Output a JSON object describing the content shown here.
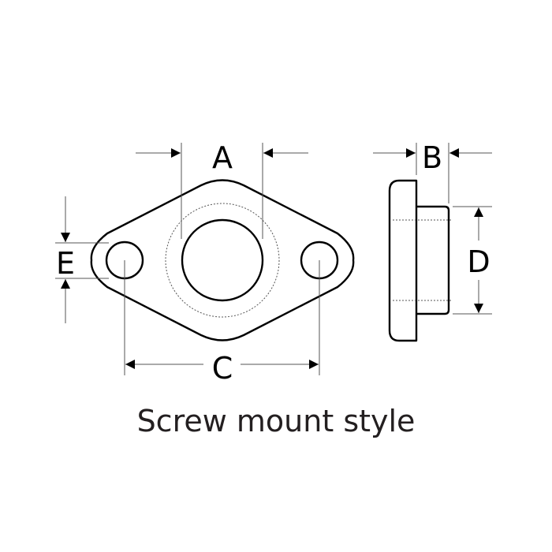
{
  "diagram": {
    "title": "Screw mount style",
    "dimension_labels": {
      "A": "A",
      "B": "B",
      "C": "C",
      "D": "D",
      "E": "E"
    },
    "views": [
      "front view",
      "side view"
    ],
    "colors": {
      "line": "#000000",
      "dim_line": "#555555",
      "text": "#231f20",
      "background": "#ffffff"
    }
  }
}
